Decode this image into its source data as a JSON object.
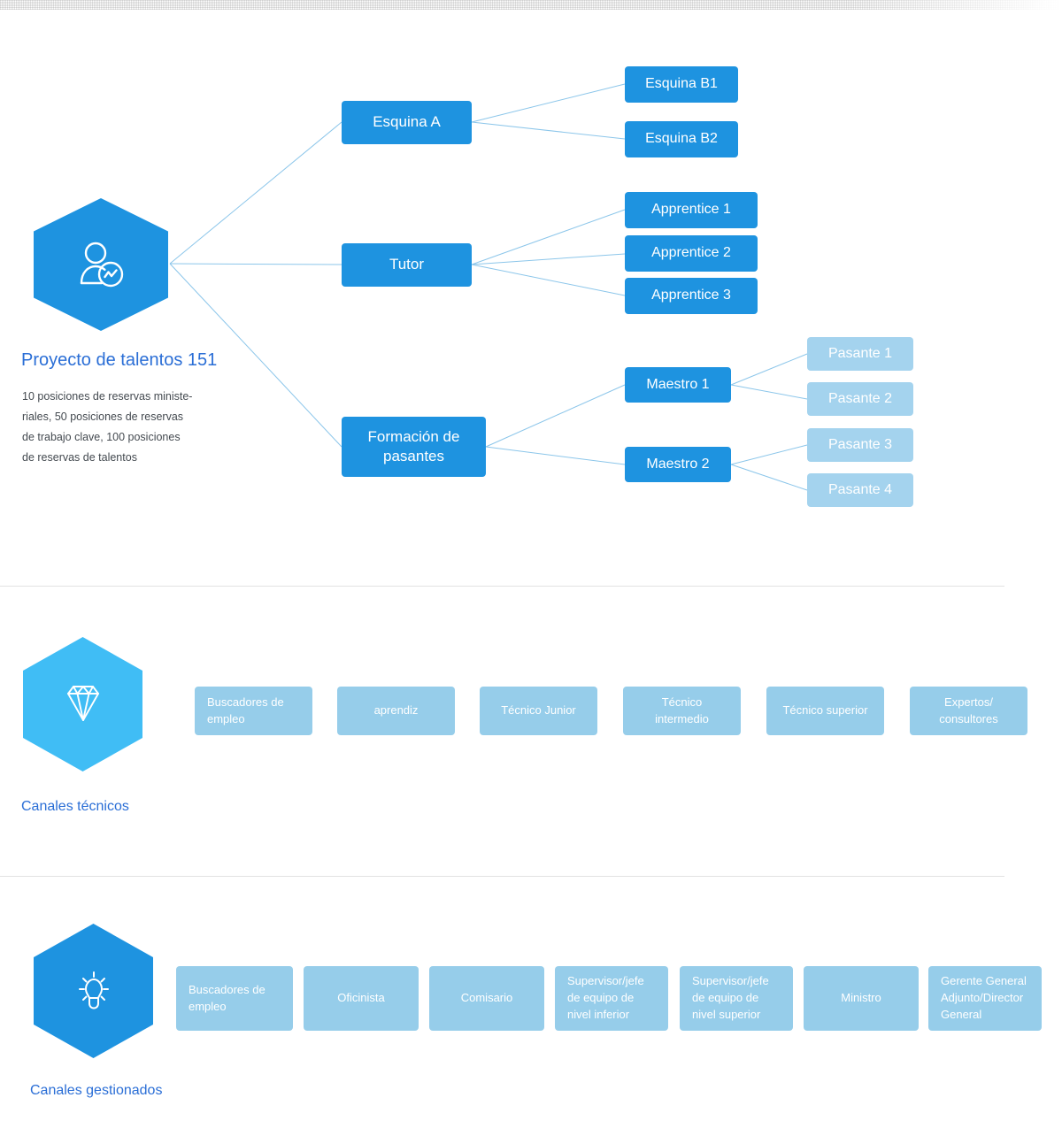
{
  "page": {
    "background_color": "#ffffff",
    "accent_blue": "#1e93e0",
    "accent_light_blue": "#a4d3ee",
    "accent_cyan": "#40bdf5",
    "caption_color": "#2a6ed6"
  },
  "tree_section": {
    "badge": {
      "icon": "person-analytics-icon",
      "color": "#1e93e0"
    },
    "title": "Proyecto de talentos 151",
    "description_lines": [
      "10 posiciones de reservas ministe-",
      "riales, 50 posiciones de reservas",
      "de trabajo clave, 100 posiciones",
      "de reservas de talentos"
    ],
    "level1": [
      {
        "label": "Esquina A"
      },
      {
        "label": "Tutor"
      },
      {
        "label": "Formación de pasantes"
      }
    ],
    "level2": [
      {
        "label": "Esquina B1"
      },
      {
        "label": "Esquina B2"
      },
      {
        "label": "Apprentice 1"
      },
      {
        "label": "Apprentice 2"
      },
      {
        "label": "Apprentice 3"
      },
      {
        "label": "Maestro 1"
      },
      {
        "label": "Maestro 2"
      }
    ],
    "level3": [
      {
        "label": "Pasante 1"
      },
      {
        "label": "Pasante 2"
      },
      {
        "label": "Pasante 3"
      },
      {
        "label": "Pasante 4"
      }
    ]
  },
  "technical_section": {
    "badge": {
      "icon": "diamond-icon",
      "color": "#40bdf5"
    },
    "caption": "Canales técnicos",
    "chips": [
      {
        "label": "Buscadores de empleo"
      },
      {
        "label": "aprendiz"
      },
      {
        "label": "Técnico Junior"
      },
      {
        "label": "Técnico intermedio"
      },
      {
        "label": "Técnico superior"
      },
      {
        "label": "Expertos/ consultores"
      }
    ]
  },
  "managed_section": {
    "badge": {
      "icon": "lightbulb-icon",
      "color": "#1e93e0"
    },
    "caption": "Canales gestionados",
    "chips": [
      {
        "label": "Buscadores de empleo"
      },
      {
        "label": "Oficinista"
      },
      {
        "label": "Comisario"
      },
      {
        "label": "Supervisor/jefe de equipo de nivel inferior"
      },
      {
        "label": "Supervisor/jefe de equipo de nivel superior"
      },
      {
        "label": "Ministro"
      },
      {
        "label": "Gerente General Adjunto/Director General"
      }
    ]
  }
}
